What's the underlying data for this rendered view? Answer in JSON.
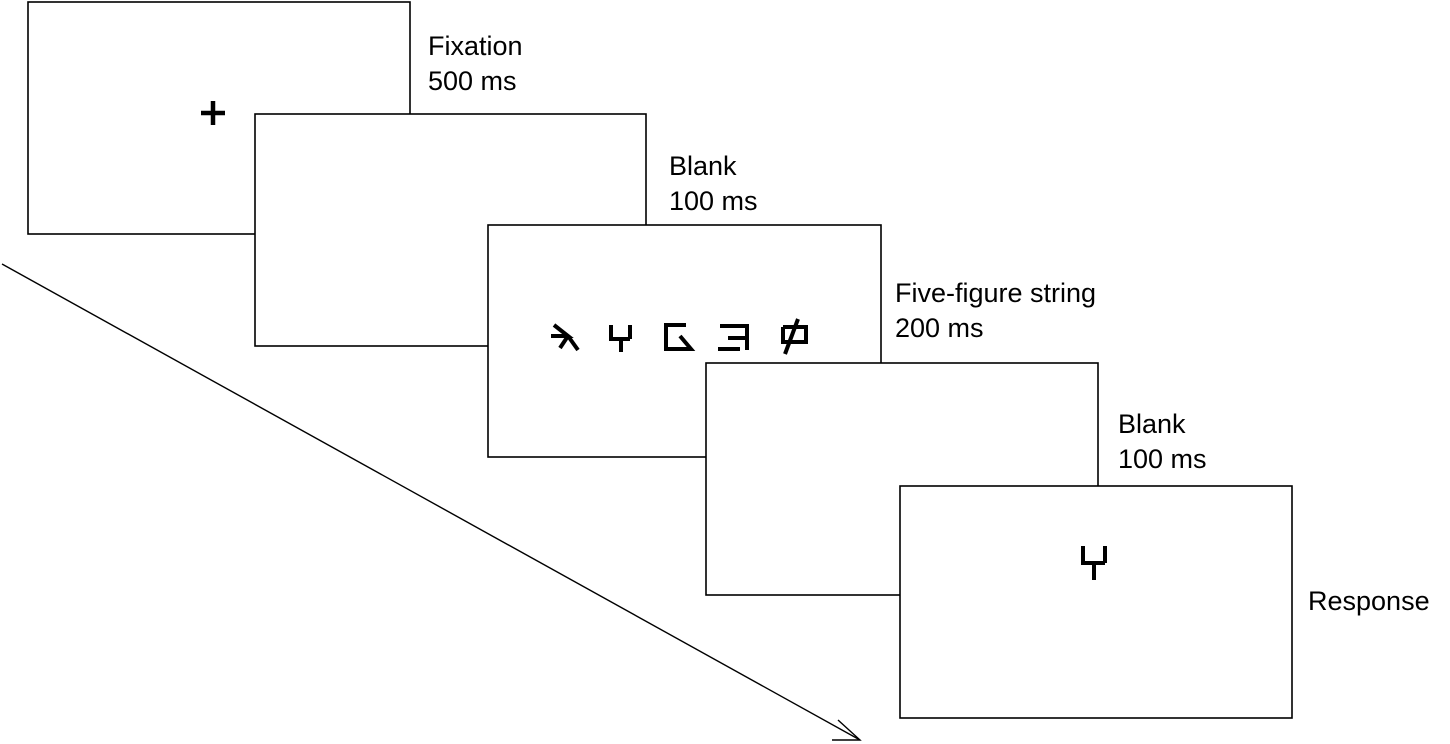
{
  "frames": [
    {
      "name": "Fixation",
      "duration": "500 ms",
      "content": "fixation-cross"
    },
    {
      "name": "Blank",
      "duration": "100 ms",
      "content": "none"
    },
    {
      "name": "Five-figure string",
      "duration": "200 ms",
      "content": "five-figure-string"
    },
    {
      "name": "Blank",
      "duration": "100 ms",
      "content": "none"
    },
    {
      "name": "Response",
      "duration": "",
      "content": "single-figure"
    }
  ],
  "fixation_symbol": "+",
  "colors": {
    "stroke": "#000000",
    "background": "#ffffff"
  }
}
